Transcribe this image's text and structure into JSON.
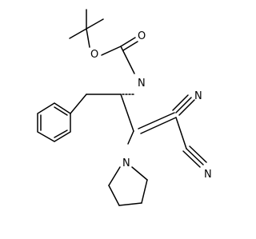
{
  "structure": {
    "atoms": {
      "carbamate_o_single": "O",
      "carbamate_o_double": "O",
      "amide_n": "N",
      "nitrile_n_top": "N",
      "nitrile_n_bottom": "N",
      "pyrrolidine_n": "N",
      "nitrile_c_top": "C",
      "nitrile_c_bottom": "C"
    }
  },
  "colors": {
    "bond": "#000000",
    "text": "#000000",
    "background": "#ffffff"
  }
}
